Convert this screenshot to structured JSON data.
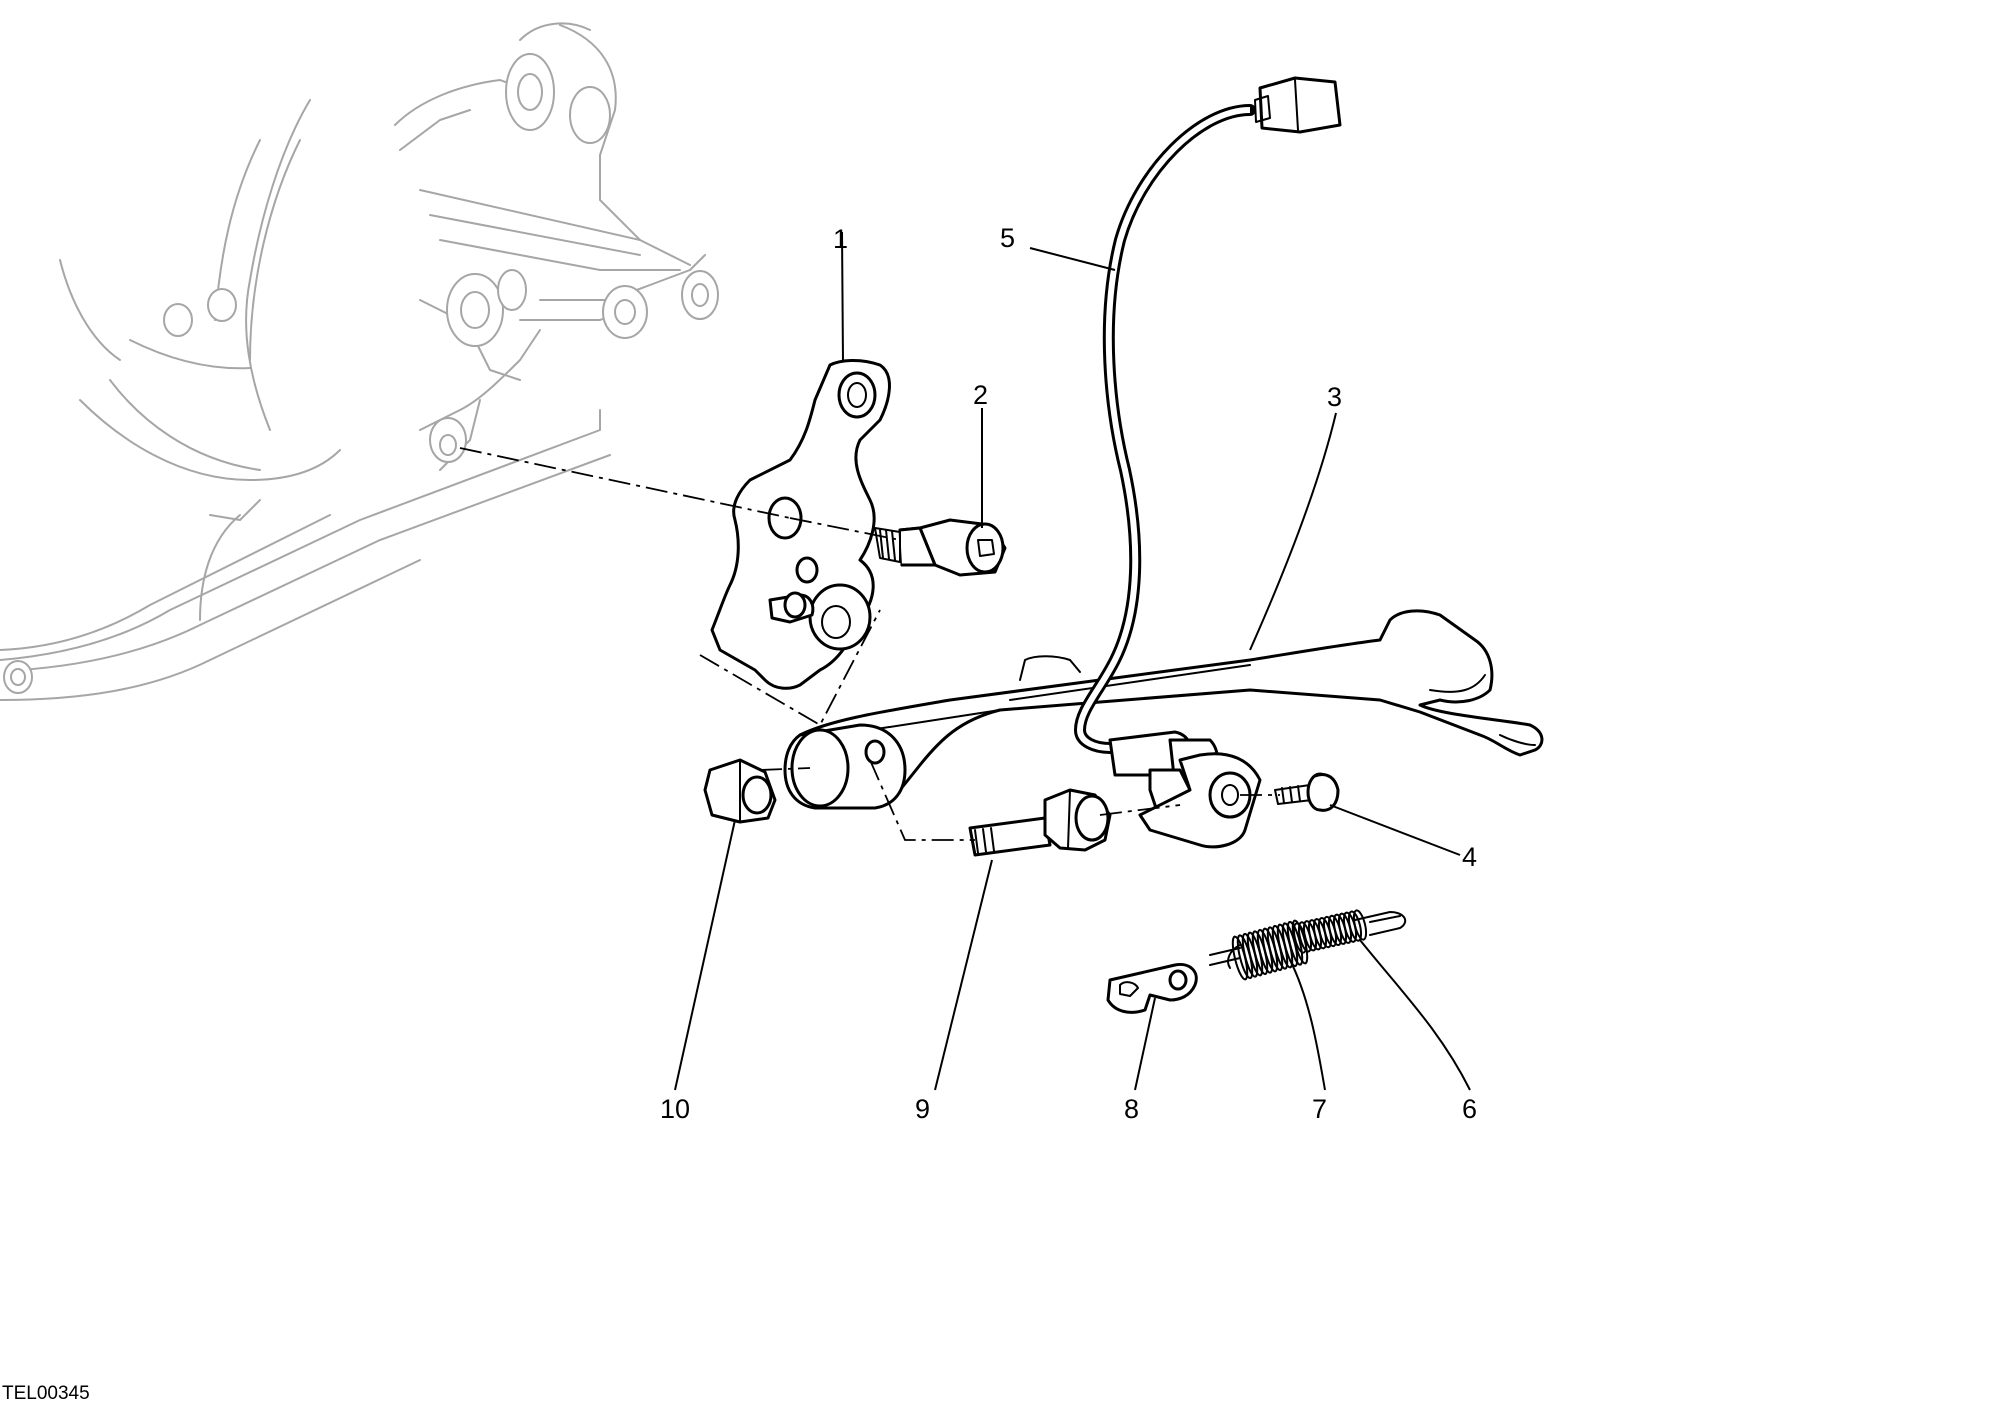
{
  "drawing_code": "TEL00345",
  "callouts": [
    {
      "label": "1"
    },
    {
      "label": "2"
    },
    {
      "label": "3"
    },
    {
      "label": "4"
    },
    {
      "label": "5"
    },
    {
      "label": "6"
    },
    {
      "label": "7"
    },
    {
      "label": "8"
    },
    {
      "label": "9"
    },
    {
      "label": "10"
    }
  ],
  "colors": {
    "line": "#000000",
    "ghost_line": "#a6a6a6",
    "background": "#ffffff"
  }
}
